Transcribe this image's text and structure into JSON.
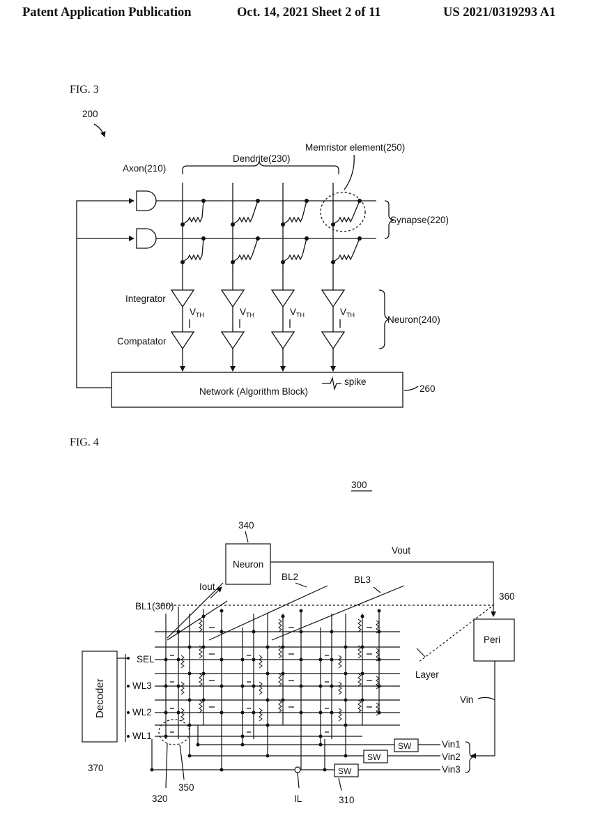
{
  "header": {
    "left": "Patent Application Publication",
    "middle": "Oct. 14, 2021   Sheet 2 of 11",
    "right": "US 2021/0319293 A1"
  },
  "fig3": {
    "label": "FIG. 3",
    "ref_main": "200",
    "axon": "Axon(210)",
    "dendrite": "Dendrite(230)",
    "memristor": "Memristor element(250)",
    "synapse": "Synapse(220)",
    "integrator": "Integrator",
    "comparator": "Compatator",
    "vth": "V",
    "vth_sub": "TH",
    "neuron": "Neuron(240)",
    "network": "Network (Algorithm Block)",
    "spike": "spike",
    "ref_network": "260"
  },
  "fig4": {
    "label": "FIG. 4",
    "ref_main": "300",
    "ref_neuron": "340",
    "neuron": "Neuron",
    "vout": "Vout",
    "iout": "Iout",
    "bl1": "BL1(300)",
    "bl2": "BL2",
    "bl3": "BL3",
    "ref_peri": "360",
    "peri": "Peri",
    "layer": "Layer",
    "vin": "Vin",
    "decoder": "Decoder",
    "sel": "SEL",
    "wl3": "WL3",
    "wl2": "WL2",
    "wl1": "WL1",
    "sw": "SW",
    "vin1": "Vin1",
    "vin2": "Vin2",
    "vin3": "Vin3",
    "ref_decoder": "370",
    "ref_320": "320",
    "ref_350": "350",
    "il": "IL",
    "ref_310": "310"
  }
}
